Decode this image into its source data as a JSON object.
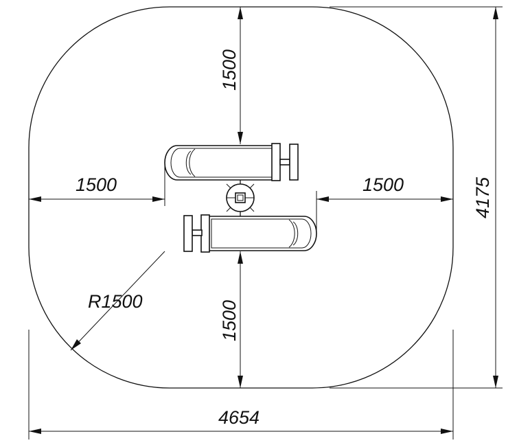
{
  "dimensions": {
    "top_clearance": "1500",
    "left_clearance": "1500",
    "right_clearance": "1500",
    "bottom_clearance": "1500",
    "corner_radius": "R1500",
    "overall_depth": "4175",
    "overall_width": "4654"
  }
}
